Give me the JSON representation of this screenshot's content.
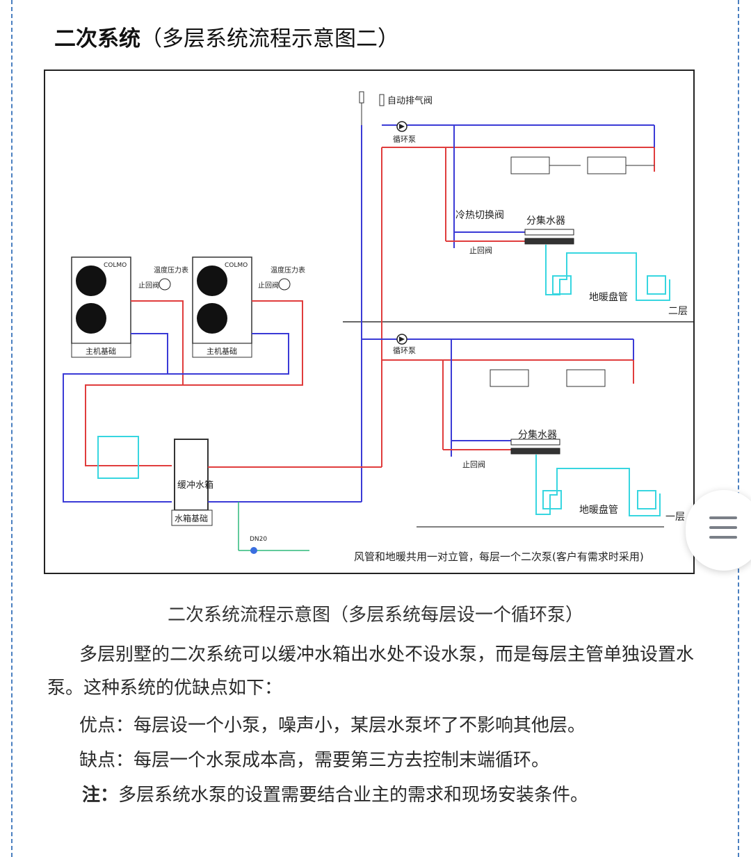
{
  "header": {
    "title_bold": "二次系统",
    "title_rest": "（多层系统流程示意图二）"
  },
  "diagram": {
    "labels": {
      "auto_vent_valve": "自动排气阀",
      "circ_pump_upper": "循环泵",
      "circ_pump_lower": "循环泵",
      "switch_valve": "冷热切换阀",
      "manifold_upper": "分集水器",
      "manifold_lower": "分集水器",
      "floor_coil_upper": "地暖盘管",
      "floor_coil_lower": "地暖盘管",
      "floor_two": "二层",
      "floor_one": "一层",
      "temp_pressure_1": "温度压力表",
      "temp_pressure_2": "温度压力表",
      "check_valve_1": "止回阀",
      "check_valve_2": "止回阀",
      "brand_1": "COLMO",
      "brand_2": "COLMO",
      "base_1": "主机基础",
      "base_2": "主机基础",
      "buffer_tank": "缓冲水箱",
      "tank_base": "水箱基础",
      "check_valve_upper": "止回阀",
      "check_valve_lower": "止回阀",
      "dn20": "DN20",
      "bottom_note": "风管和地暖共用一对立管，每层一个二次泵(客户有需求时采用)"
    }
  },
  "content": {
    "caption": "二次系统流程示意图（多层系统每层设一个循环泵）",
    "paragraph1": "多层别墅的二次系统可以缓冲水箱出水处不设水泵，而是每层主管单独设置水泵。这种系统的优缺点如下：",
    "advantages": "优点：每层设一个小泵，噪声小，某层水泵坏了不影响其他层。",
    "disadvantages": "缺点：每层一个水泵成本高，需要第三方去控制末端循环。",
    "note_label": "注：",
    "note_text": "多层系统水泵的设置需要结合业主的需求和现场安装条件。"
  },
  "fab": {
    "icon": "menu-icon"
  },
  "colors": {
    "supply_pipe": "#e03c3c",
    "return_pipe": "#3a3ad6",
    "floor_coil": "#37d6e0",
    "border_dash": "#4a7fc0"
  }
}
